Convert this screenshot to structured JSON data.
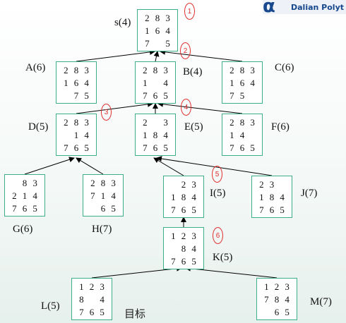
{
  "logo": {
    "glyph": "α",
    "text": "Dalian Polyt"
  },
  "goal_label": "目标",
  "nodes": [
    {
      "id": "s",
      "label": "s(4)",
      "grid": [
        "2",
        "8",
        "3",
        "1",
        "6",
        "4",
        "7",
        "",
        "5"
      ],
      "badge": "1"
    },
    {
      "id": "A",
      "label": "A(6)",
      "grid": [
        "2",
        "8",
        "3",
        "1",
        "6",
        "4",
        "",
        "7",
        "5"
      ]
    },
    {
      "id": "B",
      "label": "B(4)",
      "grid": [
        "2",
        "8",
        "3",
        "1",
        "",
        "4",
        "7",
        "6",
        "5"
      ],
      "badge": "2"
    },
    {
      "id": "C",
      "label": "C(6)",
      "grid": [
        "2",
        "8",
        "3",
        "1",
        "6",
        "4",
        "7",
        "5",
        ""
      ]
    },
    {
      "id": "D",
      "label": "D(5)",
      "grid": [
        "2",
        "8",
        "3",
        "",
        "1",
        "4",
        "7",
        "6",
        "5"
      ],
      "badge": "3"
    },
    {
      "id": "E",
      "label": "E(5)",
      "grid": [
        "2",
        "",
        "3",
        "1",
        "8",
        "4",
        "7",
        "6",
        "5"
      ],
      "badge": "4"
    },
    {
      "id": "F",
      "label": "F(6)",
      "grid": [
        "2",
        "8",
        "3",
        "1",
        "4",
        "",
        "7",
        "6",
        "5"
      ]
    },
    {
      "id": "G",
      "label": "G(6)",
      "grid": [
        "",
        "8",
        "3",
        "2",
        "1",
        "4",
        "7",
        "6",
        "5"
      ]
    },
    {
      "id": "H",
      "label": "H(7)",
      "grid": [
        "2",
        "8",
        "3",
        "7",
        "1",
        "4",
        "",
        "6",
        "5"
      ]
    },
    {
      "id": "I",
      "label": "I(5)",
      "grid": [
        "",
        "2",
        "3",
        "1",
        "8",
        "4",
        "7",
        "6",
        "5"
      ],
      "badge": "5"
    },
    {
      "id": "J",
      "label": "J(7)",
      "grid": [
        "2",
        "3",
        "",
        "1",
        "8",
        "4",
        "7",
        "6",
        "5"
      ]
    },
    {
      "id": "K",
      "label": "K(5)",
      "grid": [
        "1",
        "2",
        "3",
        "",
        "8",
        "4",
        "7",
        "6",
        "5"
      ],
      "badge": "6"
    },
    {
      "id": "L",
      "label": "L(5)",
      "grid": [
        "1",
        "2",
        "3",
        "8",
        "",
        "4",
        "7",
        "6",
        "5"
      ]
    },
    {
      "id": "M",
      "label": "M(7)",
      "grid": [
        "1",
        "2",
        "3",
        "7",
        "8",
        "4",
        "",
        "6",
        "5"
      ]
    }
  ]
}
